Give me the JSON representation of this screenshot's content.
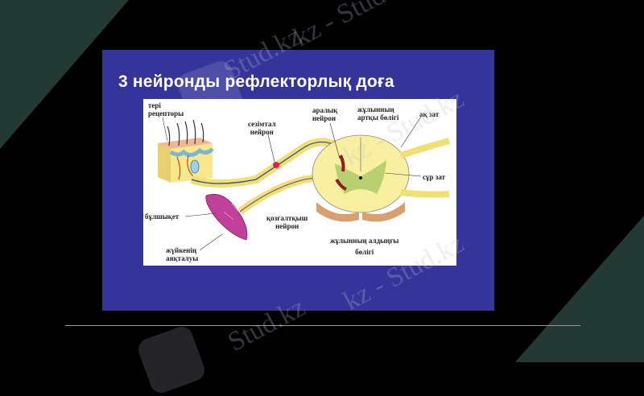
{
  "slide": {
    "title": "3 нейронды рефлекторлық доға",
    "background_color": "#34349a"
  },
  "diagram": {
    "labels": {
      "skin_receptors": [
        "тері",
        "рецепторы"
      ],
      "sensory_neuron": [
        "сезімтал",
        "нейрон"
      ],
      "interneuron": [
        "аралық",
        "нейрон"
      ],
      "spinal_posterior": [
        "жұлынның",
        "артқы  бөлігі"
      ],
      "white_matter": "ақ зат",
      "gray_matter": "сұр зат",
      "muscle": "бұлшықет",
      "motor_neuron": [
        "қозғалтқыш",
        "нейрон"
      ],
      "nerve_ending": [
        "жүйкенің",
        "аяқталуы"
      ],
      "spinal_anterior": [
        "жұлынның алдыңғы",
        "бөлігі"
      ]
    }
  },
  "watermark": {
    "text_top": "kz - Stud.",
    "text_mid1": "Stud.kz",
    "text_mid2": "kz - Stud.kz",
    "text_low": "kz - Stud.kz",
    "text_bottom": "Stud.kz"
  },
  "colors": {
    "background": "#000000",
    "corner_green": "#223a33",
    "divider": "#9a9a9a"
  }
}
